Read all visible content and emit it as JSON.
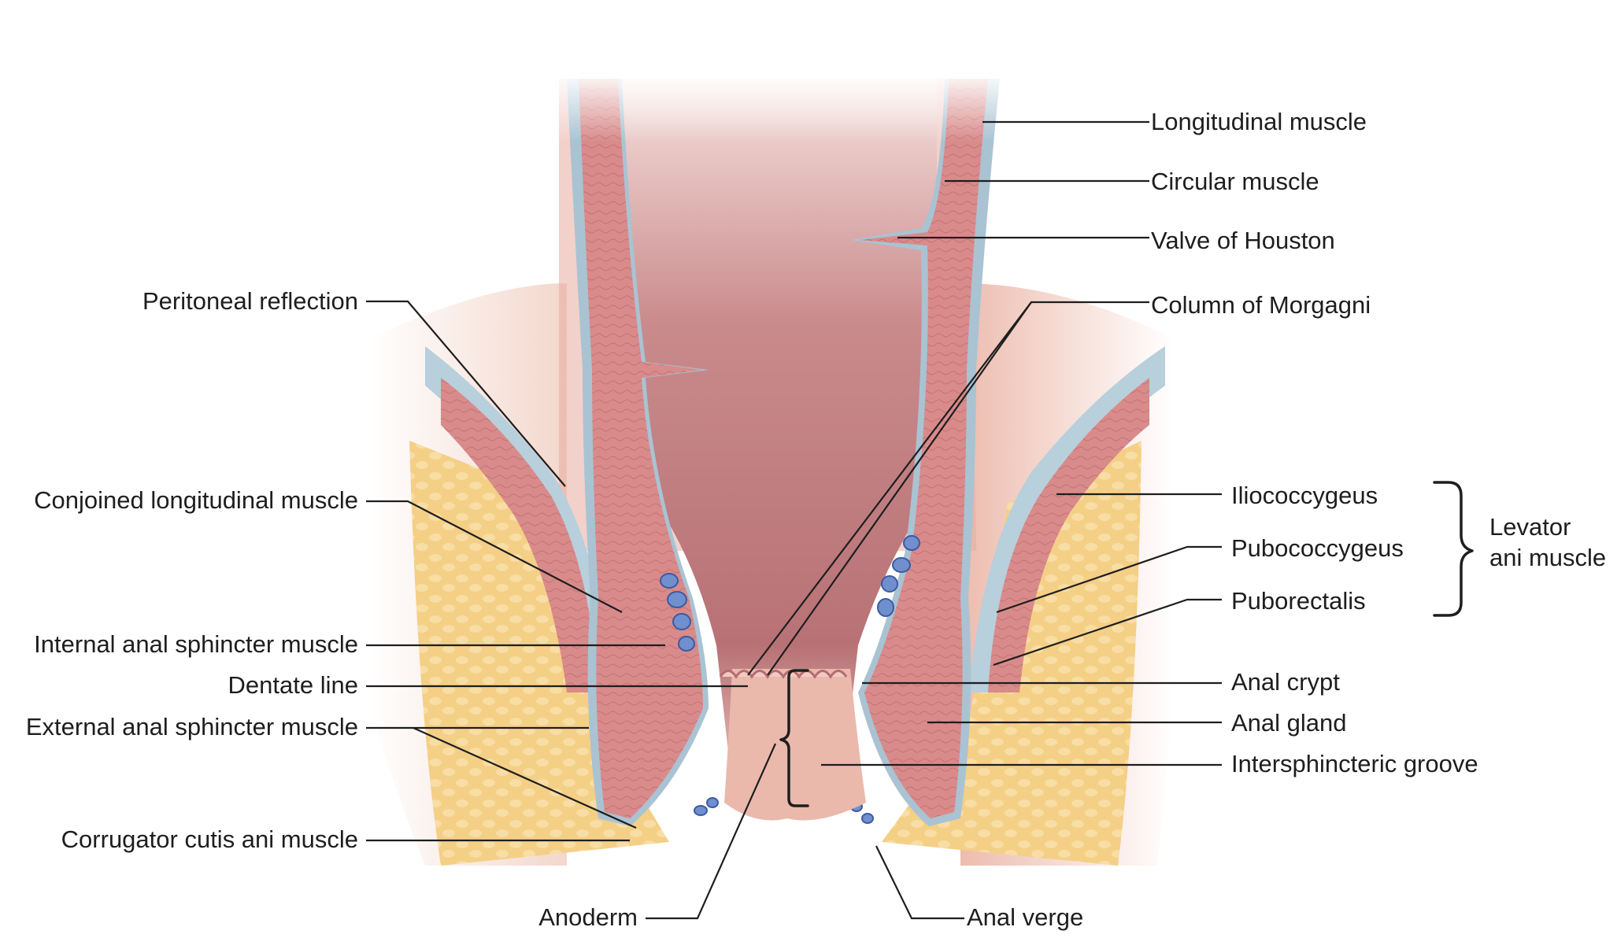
{
  "labels": {
    "longitudinal_muscle": "Longitudinal muscle",
    "circular_muscle": "Circular muscle",
    "valve_of_houston": "Valve of Houston",
    "column_of_morgagni": "Column of Morgagni",
    "peritoneal_reflection": "Peritoneal reflection",
    "conjoined_longitudinal_muscle": "Conjoined longitudinal muscle",
    "internal_anal_sphincter_muscle": "Internal anal sphincter muscle",
    "dentate_line": "Dentate line",
    "external_anal_sphincter_muscle": "External anal sphincter muscle",
    "corrugator_cutis_ani_muscle": "Corrugator cutis ani muscle",
    "anoderm": "Anoderm",
    "anal_verge": "Anal verge",
    "iliococcygeus": "Iliococcygeus",
    "pubococcygeus": "Pubococcygeus",
    "puborectalis": "Puborectalis",
    "levator_line1": "Levator",
    "levator_line2": "ani muscle",
    "anal_crypt": "Anal crypt",
    "anal_gland": "Anal gland",
    "intersphincteric_groove": "Intersphincteric groove"
  },
  "colors": {
    "fat": "#f4cf86",
    "muscle": "#d98b8b",
    "lumen": "#c98a8c",
    "fascia": "#a9c3d3",
    "vein": "#6f8fcf",
    "skin": "#eab9ac"
  }
}
